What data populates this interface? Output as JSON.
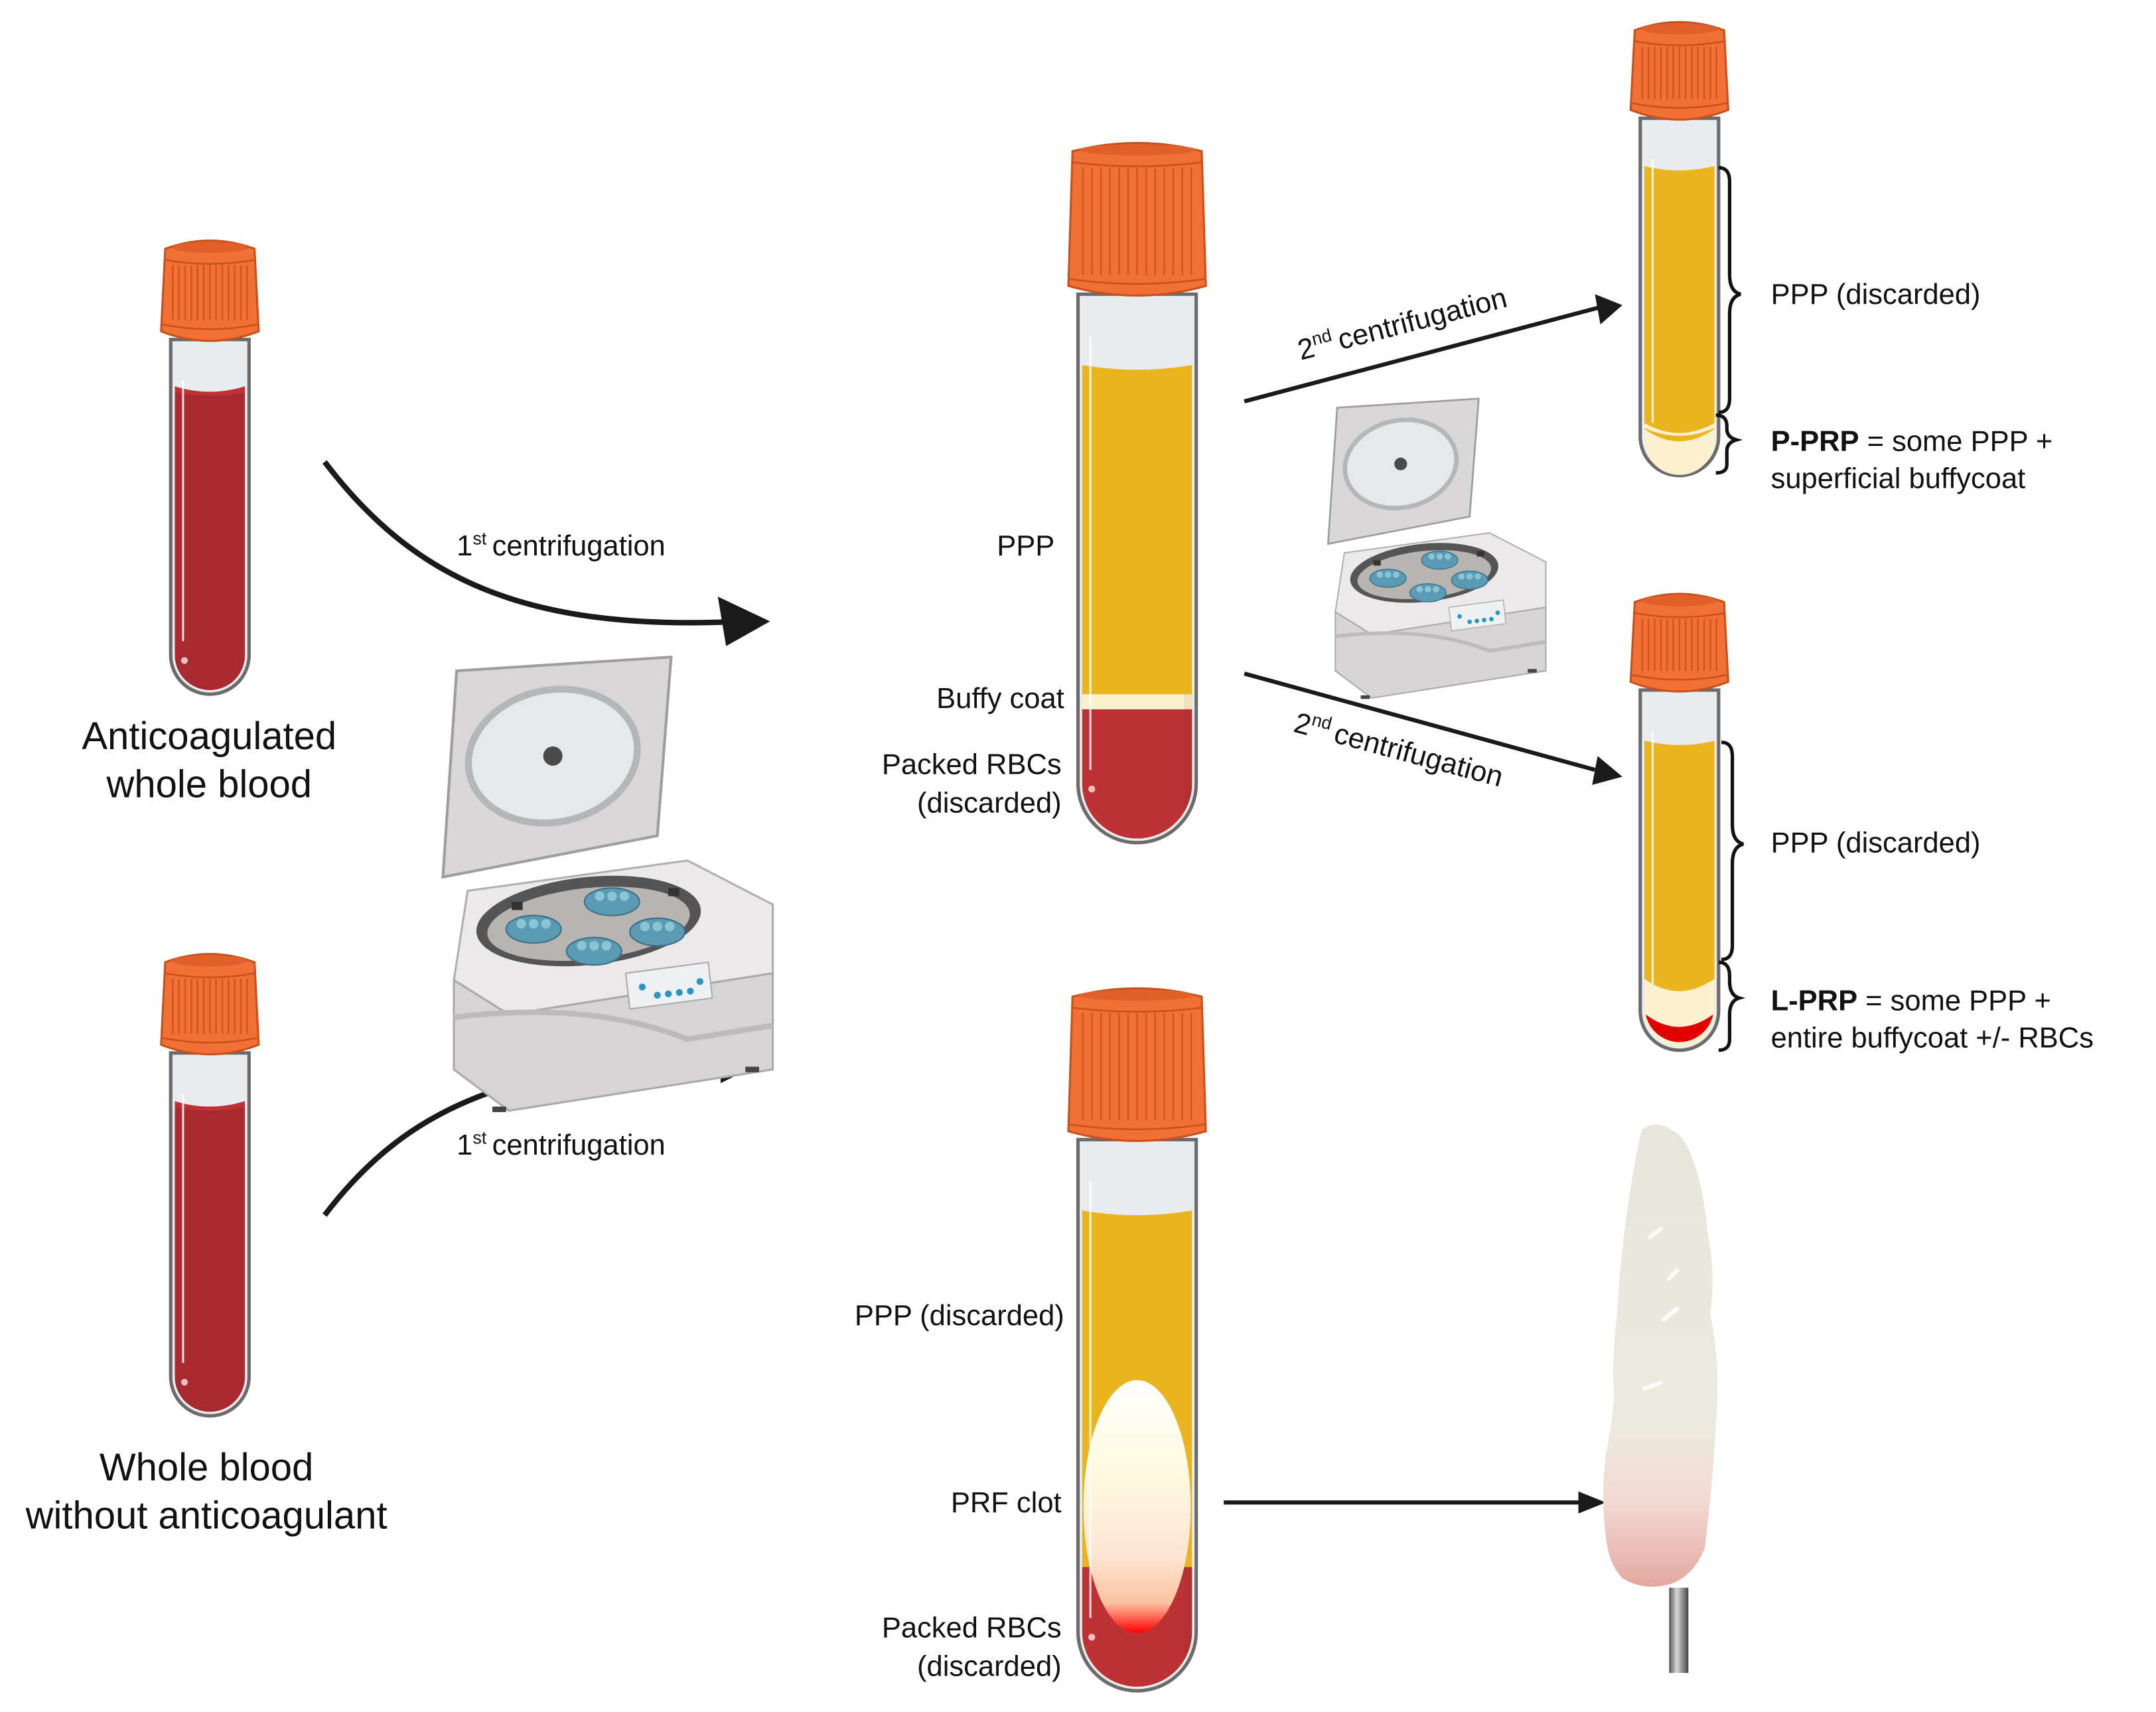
{
  "colors": {
    "cap": "#f26f35",
    "cap_dark": "#c8501a",
    "blood": "#be3236",
    "blood_dark": "#a82a2e",
    "plasma": "#eab41f",
    "plasma_dark": "#d99a1e",
    "buffy": "#fdf0cf",
    "rbc_bright": "#e00000",
    "glass": "#e9ecee",
    "arrow": "#1a1a1a"
  },
  "sources": {
    "anticoagulated": {
      "line1": "Anticoagulated",
      "line2": "whole blood"
    },
    "no_anticoagulant": {
      "line1": "Whole blood",
      "line2": "without anticoagulant"
    }
  },
  "steps": {
    "first_top": {
      "ordinal": "1",
      "suffix": "st",
      "text": "centrifugation"
    },
    "first_bottom": {
      "ordinal": "1",
      "suffix": "st",
      "text": "centrifugation"
    },
    "second_top": {
      "ordinal": "2",
      "suffix": "nd",
      "text": "centrifugation"
    },
    "second_bottom": {
      "ordinal": "2",
      "suffix": "nd",
      "text": "centrifugation"
    }
  },
  "tube_centrifuged": {
    "layers": {
      "ppp": "PPP",
      "buffy": "Buffy coat",
      "rbc_line1": "Packed RBCs",
      "rbc_line2": "(discarded)"
    }
  },
  "tube_prf": {
    "layers": {
      "ppp": "PPP (discarded)",
      "clot": "PRF clot",
      "rbc_line1": "Packed RBCs",
      "rbc_line2": "(discarded)"
    }
  },
  "tube_pprp": {
    "ppp": "PPP (discarded)",
    "prp_bold": "P-PRP",
    "prp_rest": " = some PPP +",
    "prp_line2": "superficial buffycoat"
  },
  "tube_lprp": {
    "ppp": "PPP (discarded)",
    "prp_bold": "L-PRP",
    "prp_rest": " = some PPP +",
    "prp_line2": "entire buffycoat +/- RBCs"
  },
  "images": {
    "centrifuge": "centrifuge-icon",
    "prf_clot_photo": "prf-clot-photo"
  }
}
